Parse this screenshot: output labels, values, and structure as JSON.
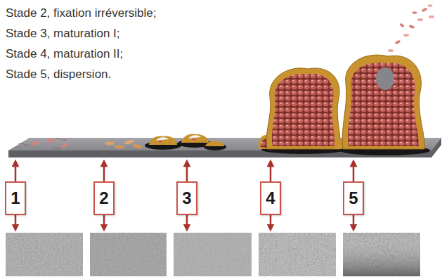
{
  "diagram": {
    "nodes": [
      {
        "text": [
          "1"
        ]
      },
      {
        "text": [
          "2"
        ]
      },
      {
        "text": [
          "3"
        ]
      },
      {
        "text": [
          "4"
        ]
      },
      {
        "text": [
          "5"
        ]
      }
    ],
    "labels": [
      "Stade 2, fixation irréversible;",
      "Stade 3, maturation I;",
      "Stade 4, maturation II;",
      "Stade 5, dispersion."
    ]
  }
}
